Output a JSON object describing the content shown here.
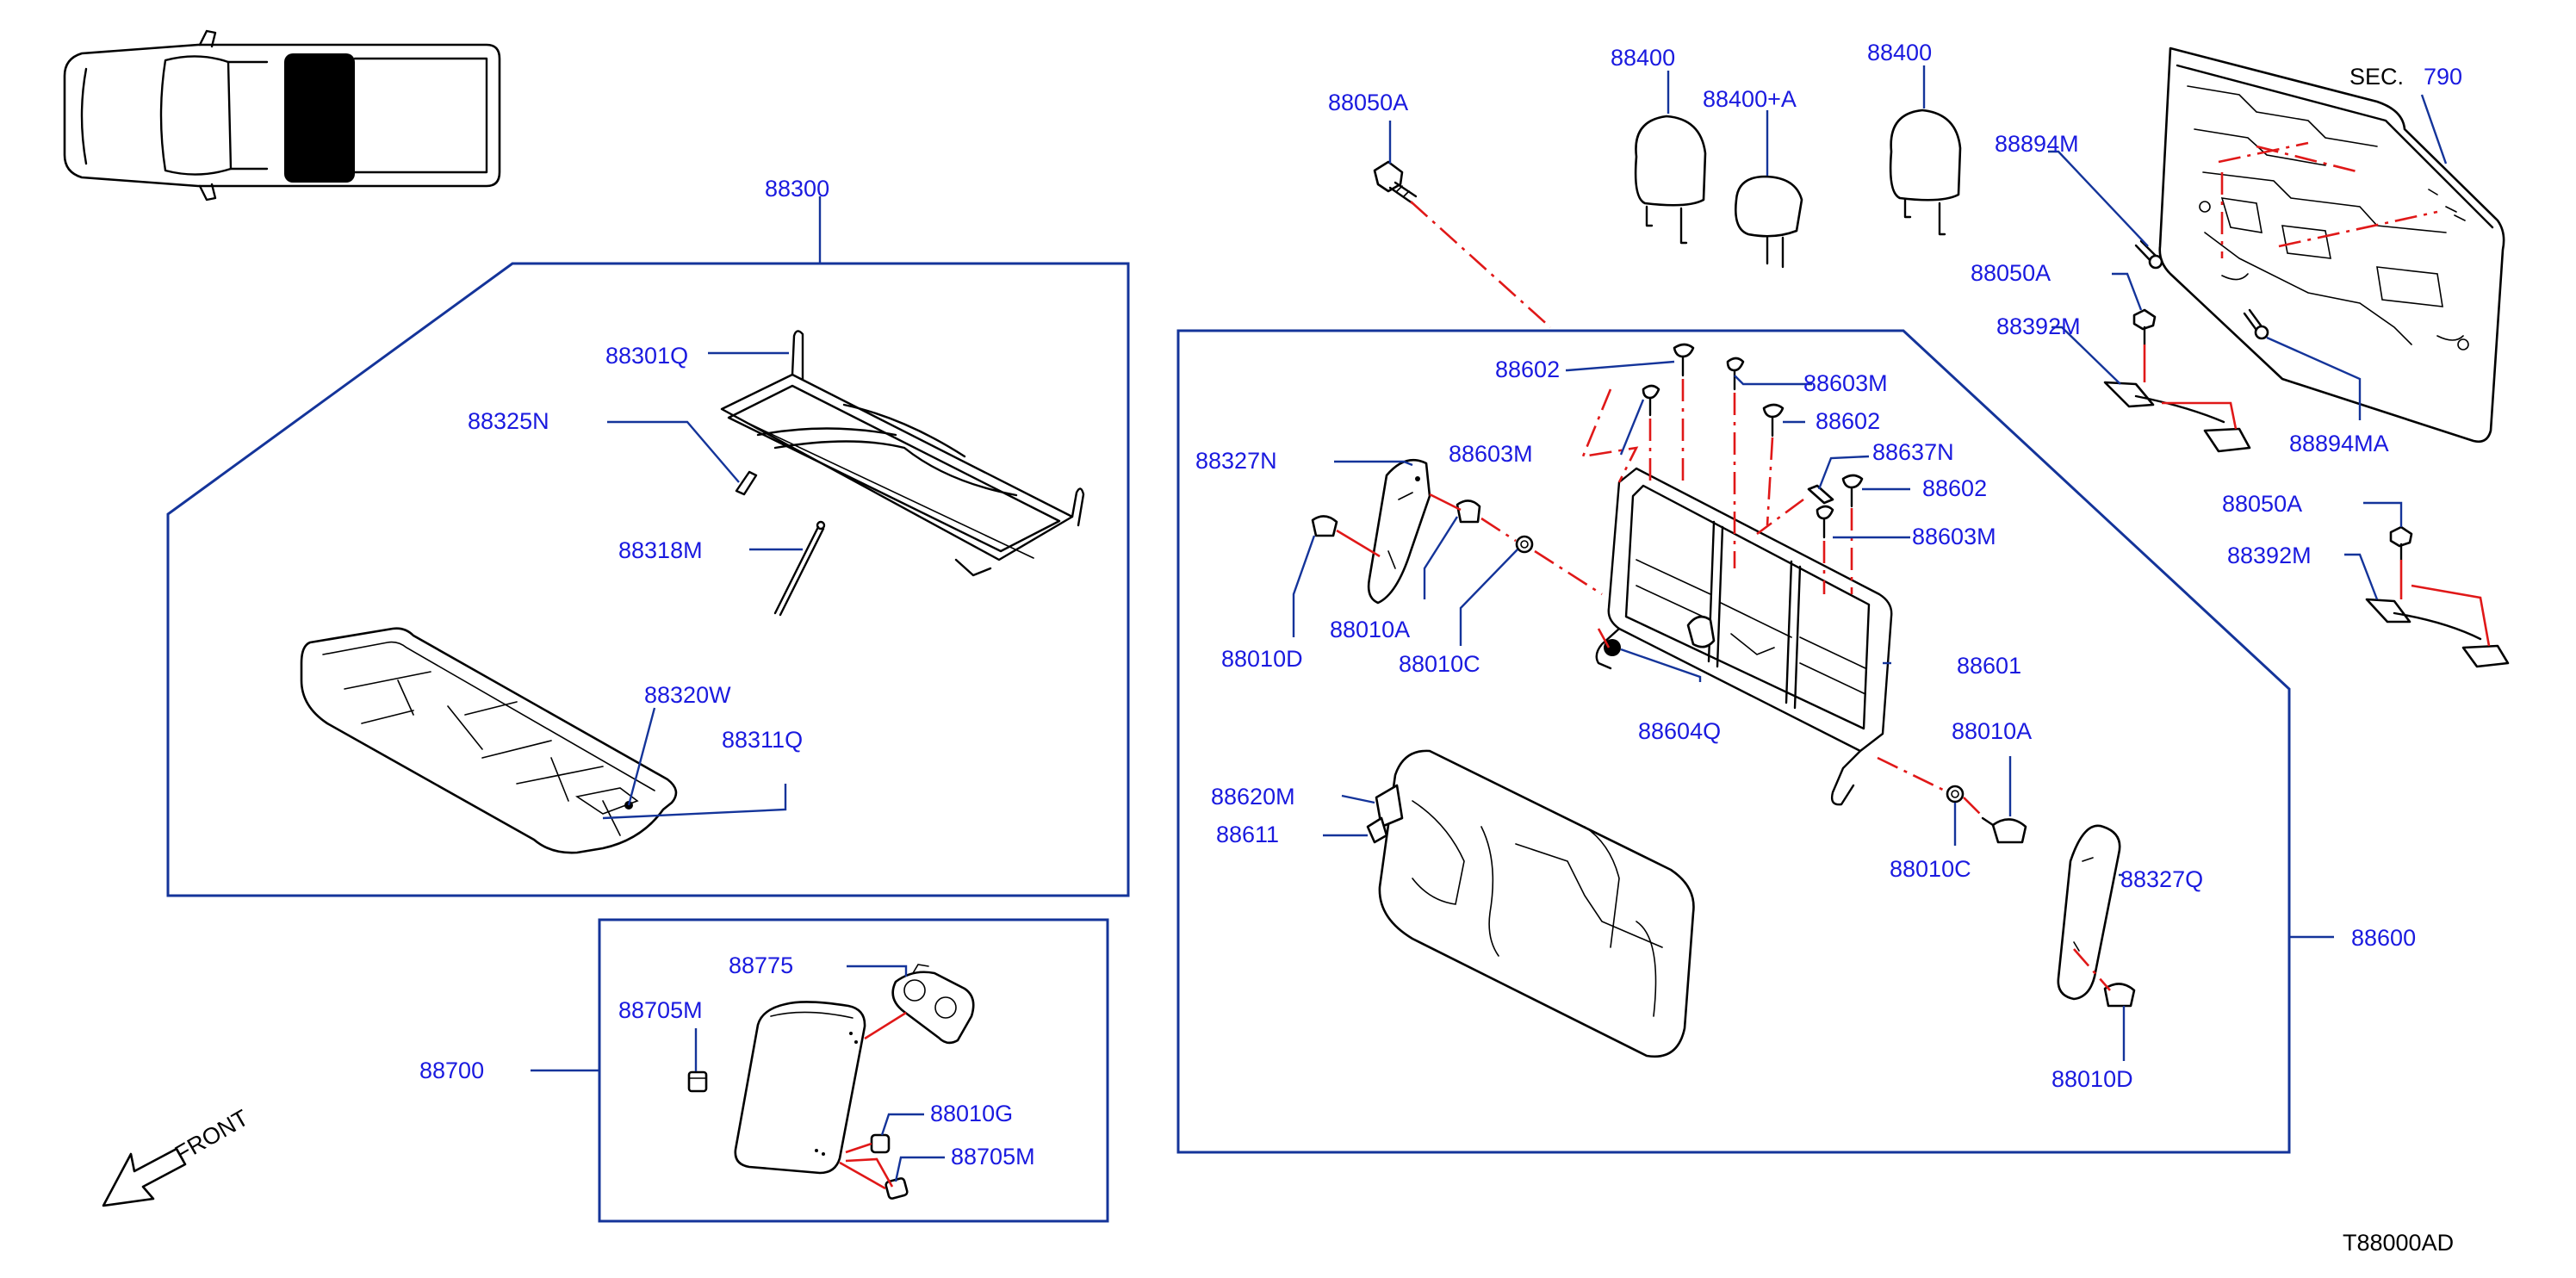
{
  "diagram_code": "T88000AD",
  "section_ref": {
    "prefix": "SEC.",
    "number": "790"
  },
  "front_label": "FRONT",
  "colors": {
    "label": "#1a1adf",
    "leader": "#14349a",
    "link": "#e01818",
    "outline": "#000000"
  },
  "labels": {
    "l88300": "88300",
    "l88301Q": "88301Q",
    "l88325N": "88325N",
    "l88318M": "88318M",
    "l88320W": "88320W",
    "l88311Q": "88311Q",
    "l88700": "88700",
    "l88775": "88775",
    "l88705M_a": "88705M",
    "l88010G": "88010G",
    "l88705M_b": "88705M",
    "l88050A_top": "88050A",
    "l88400_a": "88400",
    "l88400A": "88400+A",
    "l88400_b": "88400",
    "l88894M": "88894M",
    "l88050A_r1": "88050A",
    "l88392M_r1": "88392M",
    "l88894MA": "88894MA",
    "l88050A_r2": "88050A",
    "l88392M_r2": "88392M",
    "l88602_a": "88602",
    "l88603M_a": "88603M",
    "l88602_b": "88602",
    "l88637N": "88637N",
    "l88602_c": "88602",
    "l88603M_b": "88603M",
    "l88603M_c": "88603M",
    "l88327N": "88327N",
    "l88010A_l": "88010A",
    "l88010D_l": "88010D",
    "l88010C_l": "88010C",
    "l88604Q": "88604Q",
    "l88601": "88601",
    "l88010A_r": "88010A",
    "l88010C_r": "88010C",
    "l88327Q": "88327Q",
    "l88010D_r": "88010D",
    "l88620M": "88620M",
    "l88611": "88611",
    "l88600": "88600"
  }
}
